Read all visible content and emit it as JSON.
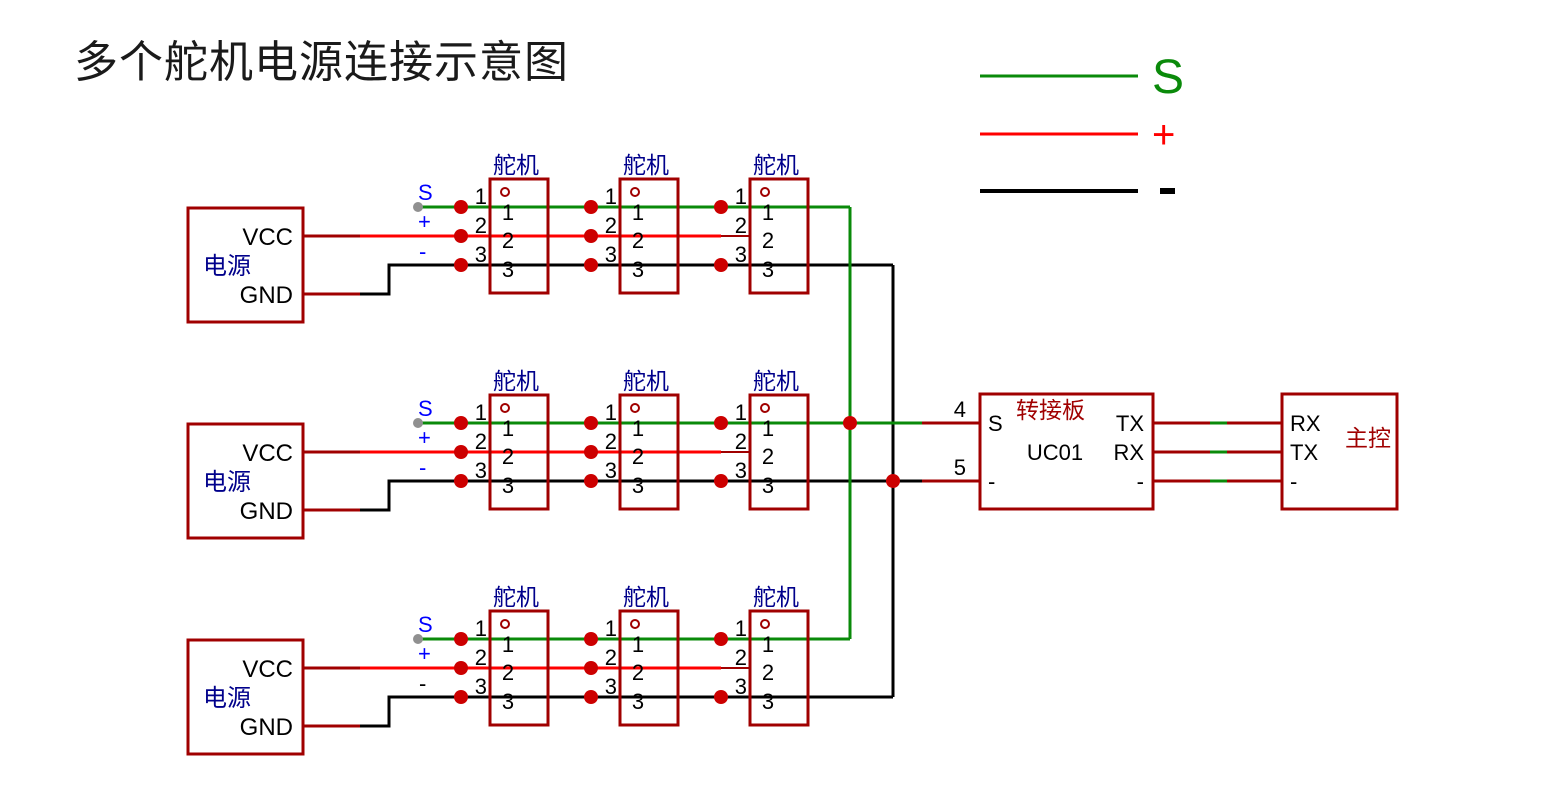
{
  "title": "多个舵机电源连接示意图",
  "legend": [
    {
      "label": "S",
      "color": "#0a8a0a",
      "meaning": "signal"
    },
    {
      "label": "+",
      "color": "#ff0000",
      "meaning": "power"
    },
    {
      "label": "-",
      "color": "#000000",
      "meaning": "ground"
    }
  ],
  "colors": {
    "component_outline": "#a00000",
    "junction": "#cc0000",
    "signal_wire": "#0a8a0a",
    "power_wire": "#ff0000",
    "ground_wire": "#000000",
    "pin_label_blue": "#0000ff",
    "component_title": "#00008b",
    "board_title": "#a00000"
  },
  "power_supply": {
    "label": "电源",
    "pins": [
      "VCC",
      "GND"
    ]
  },
  "servo": {
    "label": "舵机",
    "pins": [
      "1",
      "2",
      "3"
    ],
    "outer_pins": [
      "1",
      "2",
      "3"
    ]
  },
  "wire_tags": [
    "S",
    "+",
    "-"
  ],
  "rows": [
    {
      "id": "row-1",
      "servos": 3,
      "minus_tag_color": "#0000ff"
    },
    {
      "id": "row-2",
      "servos": 3,
      "minus_tag_color": "#0000ff"
    },
    {
      "id": "row-3",
      "servos": 3,
      "minus_tag_color": "#000000"
    }
  ],
  "adapter": {
    "title": "转接板",
    "model": "UC01",
    "left_pins": [
      "S",
      "-"
    ],
    "left_pin_numbers": [
      "4",
      "5"
    ],
    "right_pins": [
      "TX",
      "RX",
      "-"
    ]
  },
  "controller": {
    "title": "主控",
    "pins": [
      "RX",
      "TX",
      "-"
    ]
  }
}
